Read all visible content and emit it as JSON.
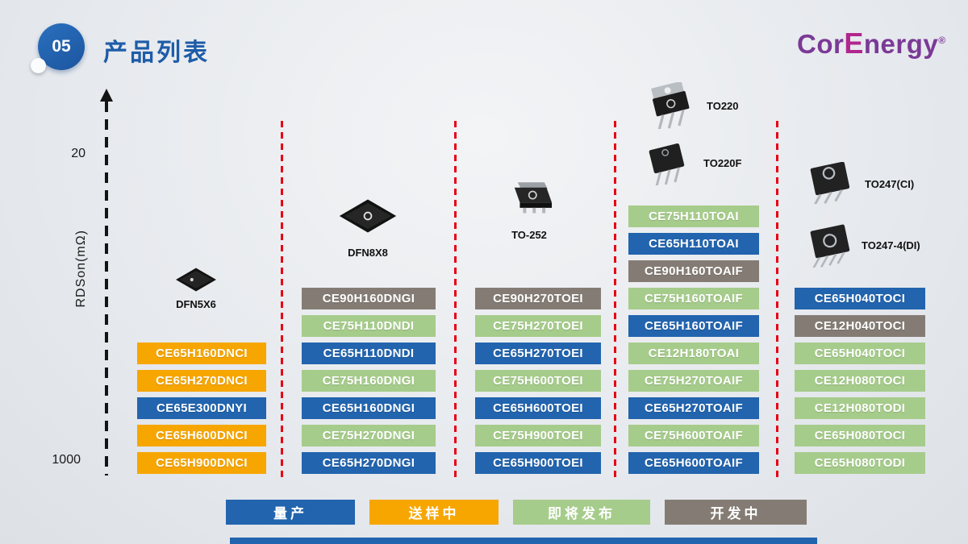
{
  "header": {
    "slide_number": "05",
    "title": "产品列表",
    "logo": {
      "prefix": "Cor",
      "e": "E",
      "suffix": "nergy",
      "reg": "®"
    }
  },
  "axis": {
    "top_tick": "20",
    "bottom_tick": "1000",
    "label": "RDSon(mΩ)"
  },
  "packages": [
    {
      "name": "DFN5X6"
    },
    {
      "name": "DFN8X8"
    },
    {
      "name": "TO-252"
    },
    {
      "name": "TO220"
    },
    {
      "name": "TO220F"
    },
    {
      "name": "TO247(CI)"
    },
    {
      "name": "TO247-4(DI)"
    }
  ],
  "status_colors": {
    "mass_production": "#2264AE",
    "sampling": "#F7A600",
    "coming_soon": "#A6CC8B",
    "in_development": "#847C74"
  },
  "legend": [
    {
      "label": "量产",
      "status": "mass_production"
    },
    {
      "label": "送样中",
      "status": "sampling"
    },
    {
      "label": "即将发布",
      "status": "coming_soon"
    },
    {
      "label": "开发中",
      "status": "in_development"
    }
  ],
  "columns": [
    {
      "package": "DFN5X6",
      "chips": [
        {
          "label": "CE65H160DNCI",
          "status": "sampling"
        },
        {
          "label": "CE65H270DNCI",
          "status": "sampling"
        },
        {
          "label": "CE65E300DNYI",
          "status": "mass_production"
        },
        {
          "label": "CE65H600DNCI",
          "status": "sampling"
        },
        {
          "label": "CE65H900DNCI",
          "status": "sampling"
        }
      ]
    },
    {
      "package": "DFN8X8",
      "chips": [
        {
          "label": "CE90H160DNGI",
          "status": "in_development"
        },
        {
          "label": "CE75H110DNDI",
          "status": "coming_soon"
        },
        {
          "label": "CE65H110DNDI",
          "status": "mass_production"
        },
        {
          "label": "CE75H160DNGI",
          "status": "coming_soon"
        },
        {
          "label": "CE65H160DNGI",
          "status": "mass_production"
        },
        {
          "label": "CE75H270DNGI",
          "status": "coming_soon"
        },
        {
          "label": "CE65H270DNGI",
          "status": "mass_production"
        }
      ]
    },
    {
      "package": "TO-252",
      "chips": [
        {
          "label": "CE90H270TOEI",
          "status": "in_development"
        },
        {
          "label": "CE75H270TOEI",
          "status": "coming_soon"
        },
        {
          "label": "CE65H270TOEI",
          "status": "mass_production"
        },
        {
          "label": "CE75H600TOEI",
          "status": "coming_soon"
        },
        {
          "label": "CE65H600TOEI",
          "status": "mass_production"
        },
        {
          "label": "CE75H900TOEI",
          "status": "coming_soon"
        },
        {
          "label": "CE65H900TOEI",
          "status": "mass_production"
        }
      ]
    },
    {
      "package": "TO220 / TO220F",
      "chips": [
        {
          "label": "CE75H110TOAI",
          "status": "coming_soon"
        },
        {
          "label": "CE65H110TOAI",
          "status": "mass_production"
        },
        {
          "label": "CE90H160TOAIF",
          "status": "in_development"
        },
        {
          "label": "CE75H160TOAIF",
          "status": "coming_soon"
        },
        {
          "label": "CE65H160TOAIF",
          "status": "mass_production"
        },
        {
          "label": "CE12H180TOAI",
          "status": "coming_soon"
        },
        {
          "label": "CE75H270TOAIF",
          "status": "coming_soon"
        },
        {
          "label": "CE65H270TOAIF",
          "status": "mass_production"
        },
        {
          "label": "CE75H600TOAIF",
          "status": "coming_soon"
        },
        {
          "label": "CE65H600TOAIF",
          "status": "mass_production"
        }
      ]
    },
    {
      "package": "TO247(CI) / TO247-4(DI)",
      "chips": [
        {
          "label": "CE65H040TOCI",
          "status": "mass_production"
        },
        {
          "label": "CE12H040TOCI",
          "status": "in_development"
        },
        {
          "label": "CE65H040TOCI",
          "status": "coming_soon"
        },
        {
          "label": "CE12H080TOCI",
          "status": "coming_soon"
        },
        {
          "label": "CE12H080TODI",
          "status": "coming_soon"
        },
        {
          "label": "CE65H080TOCI",
          "status": "coming_soon"
        },
        {
          "label": "CE65H080TODI",
          "status": "coming_soon"
        }
      ]
    }
  ]
}
